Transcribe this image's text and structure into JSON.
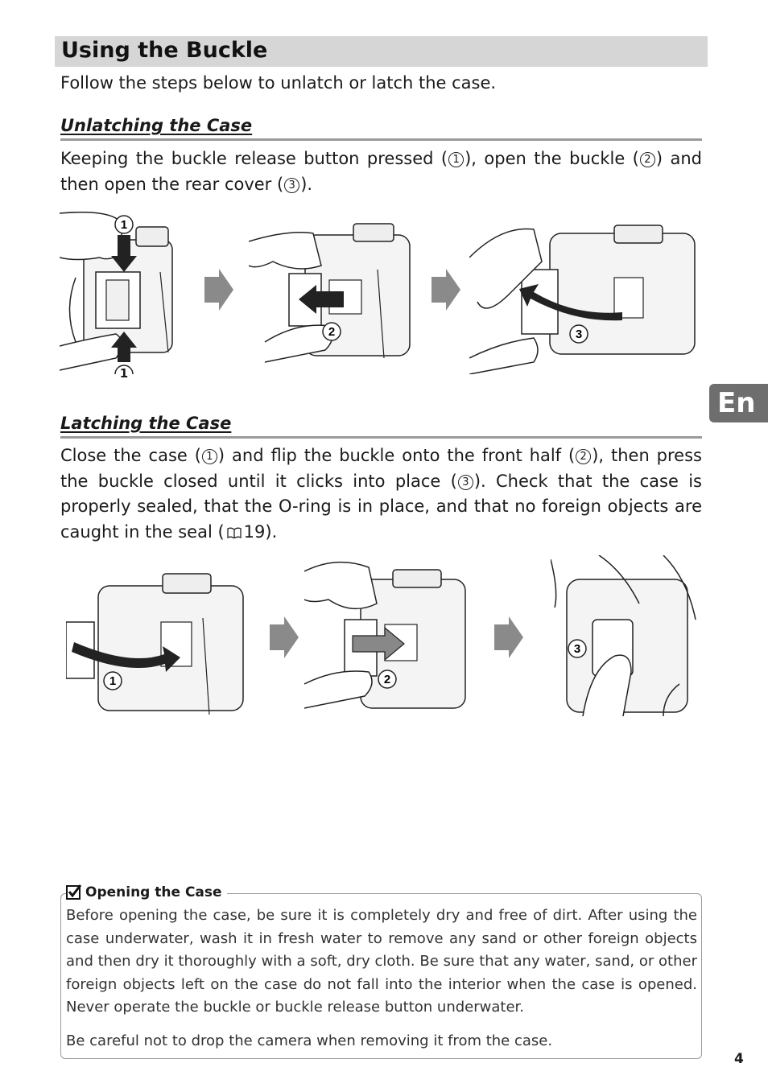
{
  "heading": {
    "title": "Using the Buckle",
    "intro": "Follow the steps below to unlatch or latch the case."
  },
  "unlatch": {
    "title": "Unlatching the Case",
    "text_a": "Keeping the buckle release button pressed (",
    "n1": "1",
    "text_b": "), open the buckle (",
    "n2": "2",
    "text_c": ") and then open the rear cover (",
    "n3": "3",
    "text_d": ").",
    "fig_labels": [
      "1",
      "1",
      "2",
      "3"
    ]
  },
  "latch": {
    "title": "Latching the Case",
    "text_a": "Close the case (",
    "n1": "1",
    "text_b": ") and flip the buckle onto the front half (",
    "n2": "2",
    "text_c": "), then press the buckle closed until it clicks into place (",
    "n3": "3",
    "text_d": "). Check that the case is properly sealed, that the O-ring is in place, and that no foreign objects are caught in the seal (",
    "ref_icon": "book-icon",
    "ref_page": "19",
    "text_e": ").",
    "fig_labels": [
      "1",
      "2",
      "3"
    ]
  },
  "side_tab": "En",
  "note": {
    "icon": "checkmark-icon",
    "title": "Opening the Case",
    "para1": "Before opening the case, be sure it is completely dry and free of dirt. After using the case underwater, wash it in fresh water to remove any sand or other foreign objects and then dry it thoroughly with a soft, dry cloth. Be sure that any water, sand, or other foreign objects left on the case do not fall into the interior when the case is opened.  Never operate the buckle or buckle release button underwater.",
    "para2": "Be careful not to drop the camera when removing it from the case."
  },
  "page_number": "4",
  "colors": {
    "title_bar": "#d6d6d6",
    "tab": "#6e6e6e",
    "rule": "#9a9a9a",
    "arrow": "#8a8a8a"
  }
}
